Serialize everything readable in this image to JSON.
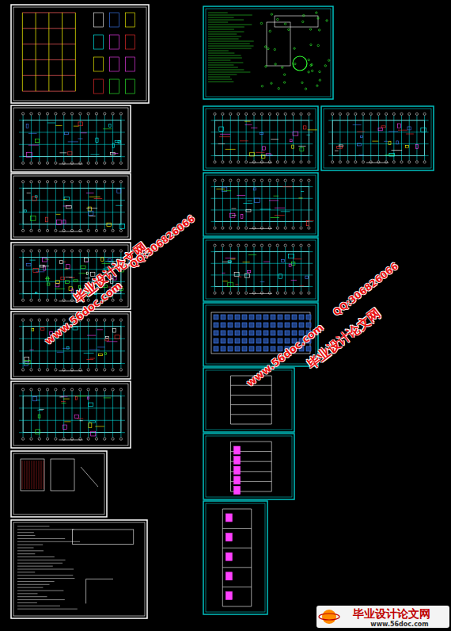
{
  "diagram": {
    "labels": [
      "毕业设计论文网",
      "www.56doc.com",
      "QQ:306826066",
      "www.56doc.com",
      "QQ:306826066",
      "毕业设计论文网",
      "毕业设计论文网",
      "www.56doc.com"
    ]
  }
}
